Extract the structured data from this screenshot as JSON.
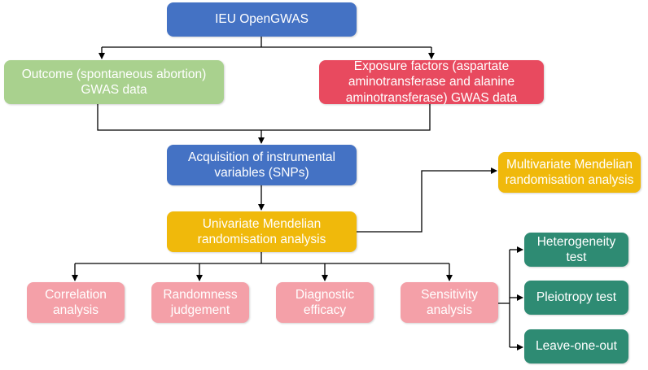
{
  "nodes": {
    "source": "IEU OpenGWAS",
    "outcome": "Outcome (spontaneous abortion) GWAS data",
    "exposure": "Exposure factors (aspartate aminotransferase and alanine aminotransferase) GWAS data",
    "iv": "Acquisition of instrumental variables (SNPs)",
    "mvmr": "Multivariate Mendelian randomisation analysis",
    "uvmr": "Univariate Mendelian randomisation analysis",
    "correlation": "Correlation analysis",
    "randomness": "Randomness judgement",
    "diagnostic": "Diagnostic efficacy",
    "sensitivity": "Sensitivity analysis",
    "heterogeneity": "Heterogeneity test",
    "pleiotropy": "Pleiotropy test",
    "leave_one_out": "Leave-one-out"
  },
  "colors": {
    "blue": "#4472c4",
    "green": "#a9d18e",
    "red": "#e84a5f",
    "yellow": "#f0b90b",
    "pink": "#f4a0a8",
    "teal": "#2e8b73",
    "connector": "#000000"
  }
}
